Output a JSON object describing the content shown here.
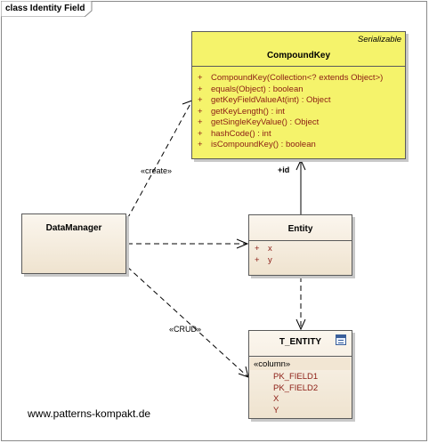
{
  "frame": {
    "title": "class Identity Field"
  },
  "classes": {
    "compound_key": {
      "stereotype": "Serializable",
      "name": "CompoundKey",
      "operations": [
        {
          "vis": "+",
          "text": "CompoundKey(Collection<? extends Object>)"
        },
        {
          "vis": "+",
          "text": "equals(Object) : boolean"
        },
        {
          "vis": "+",
          "text": "getKeyFieldValueAt(int) : Object"
        },
        {
          "vis": "+",
          "text": "getKeyLength() : int"
        },
        {
          "vis": "+",
          "text": "getSingleKeyValue() : Object"
        },
        {
          "vis": "+",
          "text": "hashCode() : int"
        },
        {
          "vis": "+",
          "text": "isCompoundKey() : boolean"
        }
      ]
    },
    "data_manager": {
      "name": "DataManager"
    },
    "entity": {
      "name": "Entity",
      "attributes": [
        {
          "vis": "+",
          "text": "x"
        },
        {
          "vis": "+",
          "text": "y"
        }
      ]
    },
    "t_entity": {
      "name": "T_ENTITY",
      "icon": "table-icon",
      "column_stereotype": "«column»",
      "columns": [
        "PK_FIELD1",
        "PK_FIELD2",
        "X",
        "Y"
      ]
    }
  },
  "relations": {
    "create_label": "«create»",
    "id_label": "+id",
    "crud_label": "«CRUD»"
  },
  "footer": {
    "url": "www.patterns-kompakt.de"
  },
  "colors": {
    "class_yellow": "#f5f36b",
    "class_beige": "#efe3cf",
    "member_text": "#8b1c14"
  }
}
